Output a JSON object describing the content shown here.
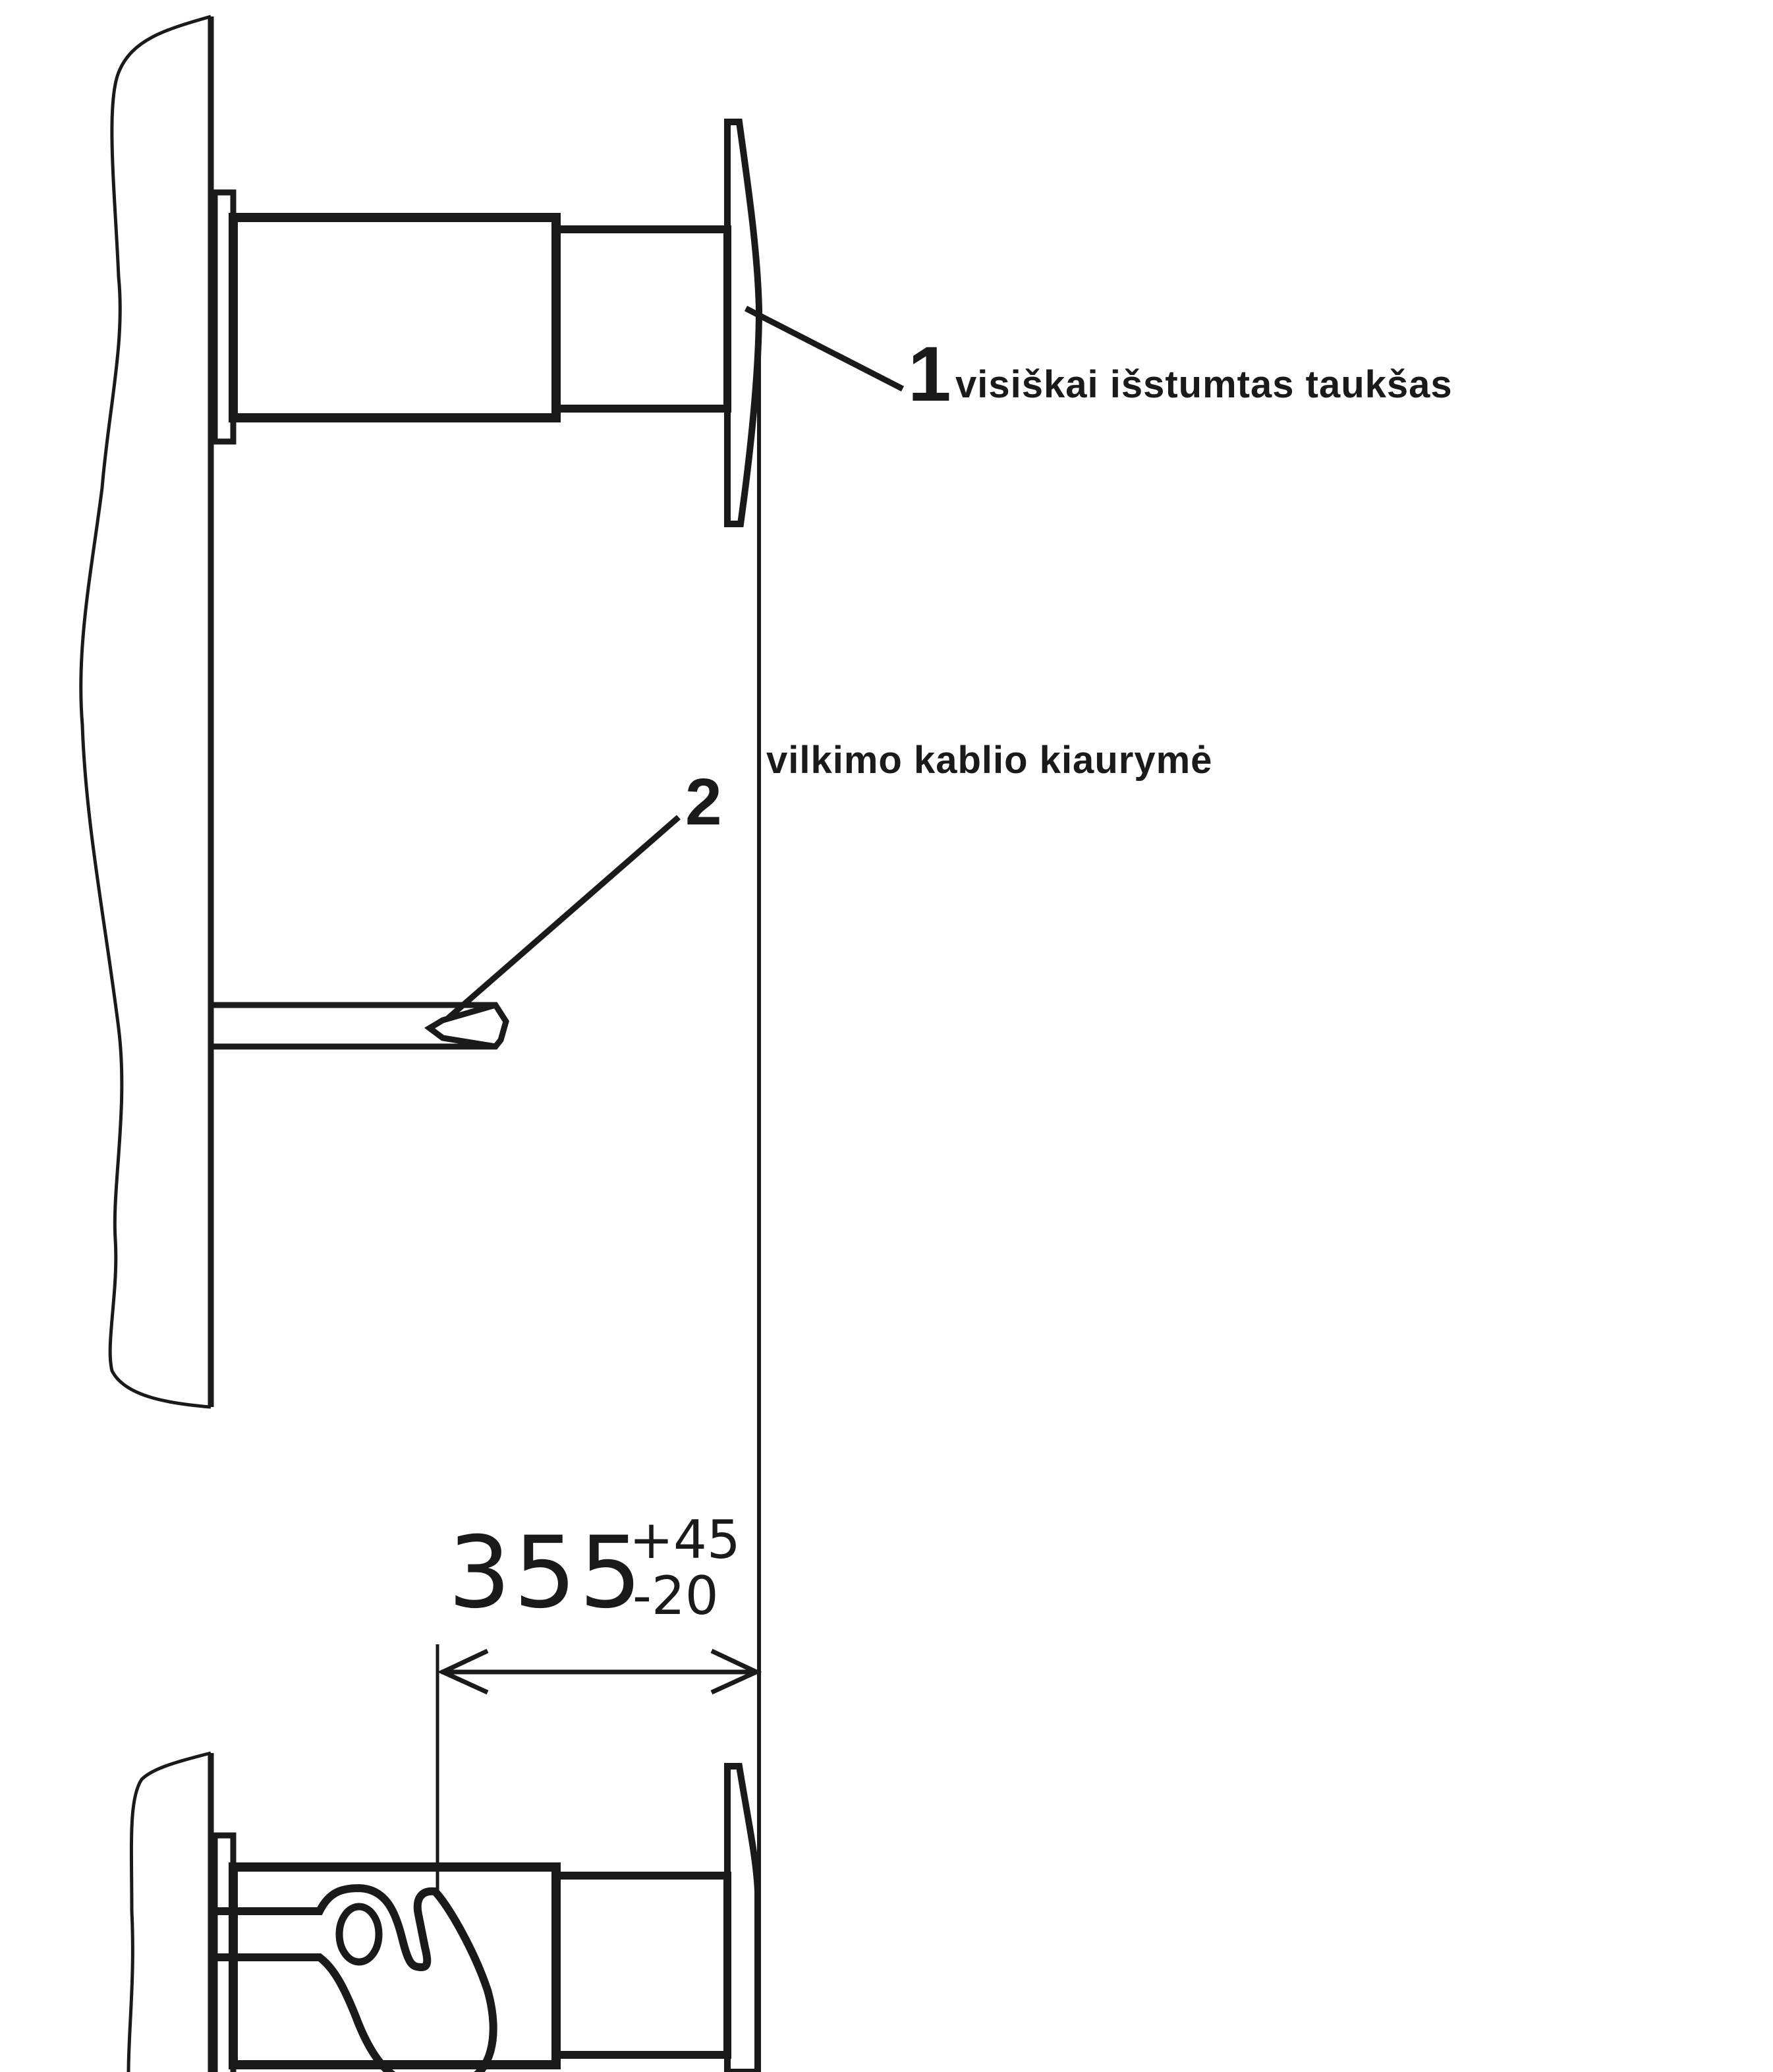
{
  "diagram": {
    "stroke_color": "#1a1a1a",
    "background": "#ffffff",
    "callouts": [
      {
        "number": "1",
        "label": "visiškai išstumtas taukšas"
      },
      {
        "number": "2",
        "label": "vilkimo kablio kiaurymė"
      }
    ],
    "dimension": {
      "value": "355",
      "upper_tolerance": "+45",
      "lower_tolerance": "-20"
    }
  }
}
